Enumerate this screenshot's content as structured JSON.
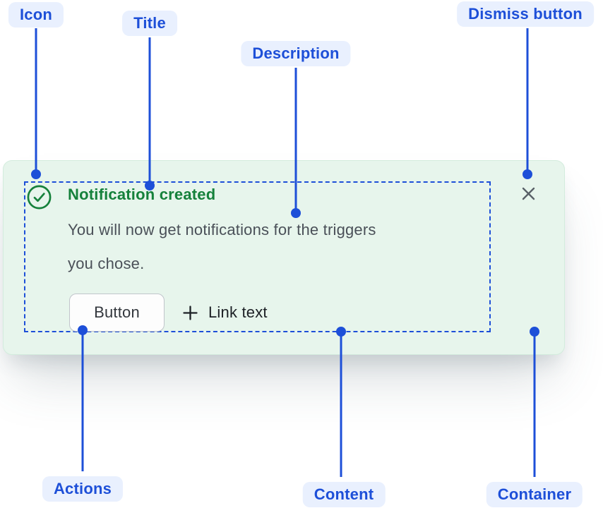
{
  "callouts": {
    "icon": "Icon",
    "title": "Title",
    "description": "Description",
    "dismiss": "Dismiss button",
    "actions": "Actions",
    "content": "Content",
    "container": "Container"
  },
  "notification": {
    "title": "Notification created",
    "description_lines": [
      "You will now get notifications for the triggers",
      "you chose."
    ],
    "button_label": "Button",
    "link_label": "Link text",
    "icons": {
      "status": "success-check-icon",
      "link_prefix": "plus-icon",
      "dismiss": "close-icon"
    }
  },
  "colors": {
    "accent-blue": "#1d4fd8",
    "label-bg": "#e9f0fe",
    "success-green": "#15813b",
    "card-bg": "#e7f5ec",
    "card-border": "#d3ecdd",
    "body-text": "#4a5058",
    "dark-text": "#1c2025",
    "button-bg": "#fdfdfd",
    "button-border": "#c1c5cb",
    "dismiss-gray": "#596067"
  }
}
